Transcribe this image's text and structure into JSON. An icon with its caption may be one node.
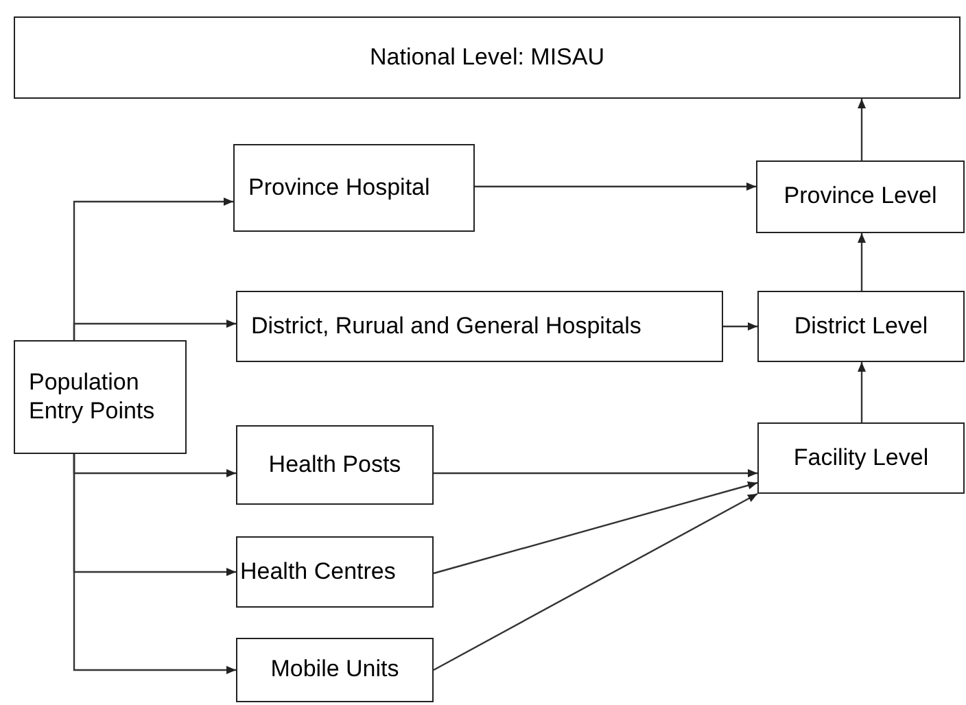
{
  "diagram": {
    "nodes": [
      {
        "text": [
          "National Level: MISAU"
        ]
      },
      {
        "text": [
          "Province Hospital"
        ]
      },
      {
        "text": [
          "Province Level"
        ]
      },
      {
        "text": [
          "Population Entry Points"
        ]
      },
      {
        "text": [
          "District, Rurual and General Hospitals"
        ]
      },
      {
        "text": [
          "District Level"
        ]
      },
      {
        "text": [
          "Health Posts"
        ]
      },
      {
        "text": [
          "Facility Level"
        ]
      },
      {
        "text": [
          "Health Centres"
        ]
      },
      {
        "text": [
          "Mobile Units"
        ]
      }
    ],
    "edges": [
      {
        "from": 3,
        "to": 1,
        "arrow": "to"
      },
      {
        "from": 3,
        "to": 4,
        "arrow": "to"
      },
      {
        "from": 3,
        "to": 6,
        "arrow": "to"
      },
      {
        "from": 3,
        "to": 8,
        "arrow": "to"
      },
      {
        "from": 3,
        "to": 9,
        "arrow": "to"
      },
      {
        "from": 1,
        "to": 2,
        "arrow": "to"
      },
      {
        "from": 4,
        "to": 5,
        "arrow": "to"
      },
      {
        "from": 6,
        "to": 7,
        "arrow": "to"
      },
      {
        "from": 8,
        "to": 7,
        "arrow": "to"
      },
      {
        "from": 9,
        "to": 7,
        "arrow": "to"
      },
      {
        "from": 7,
        "to": 5,
        "arrow": "to"
      },
      {
        "from": 5,
        "to": 2,
        "arrow": "to"
      },
      {
        "from": 2,
        "to": 0,
        "arrow": "to"
      }
    ]
  }
}
